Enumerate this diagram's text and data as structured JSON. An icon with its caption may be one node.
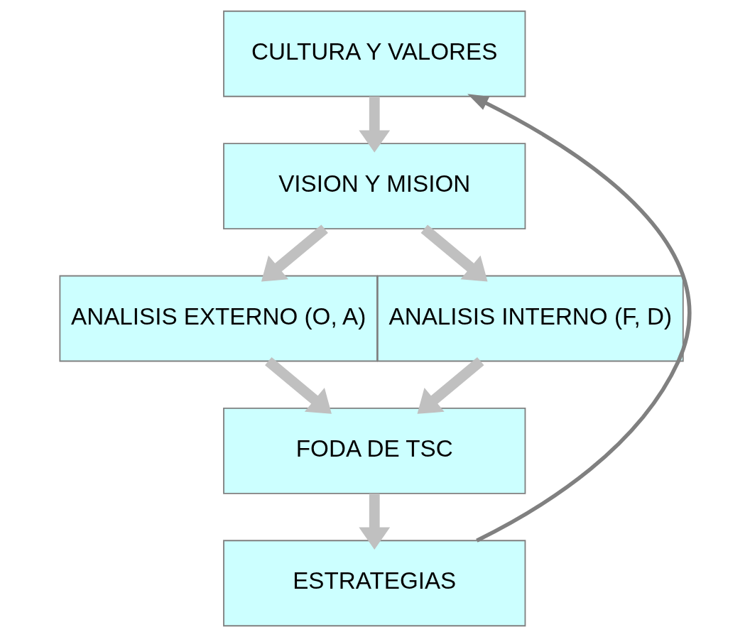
{
  "diagram": {
    "nodes": [
      {
        "text": [
          "CULTURA Y VALORES"
        ]
      },
      {
        "text": [
          "VISION Y MISION"
        ]
      },
      {
        "text": [
          "ANALISIS EXTERNO (O, A)"
        ]
      },
      {
        "text": [
          "ANALISIS INTERNO (F, D)"
        ]
      },
      {
        "text": [
          "FODA DE TSC"
        ]
      },
      {
        "text": [
          "ESTRATEGIAS"
        ]
      }
    ],
    "edges": [
      {
        "from": 0,
        "to": 1,
        "arrow": "to"
      },
      {
        "from": 1,
        "to": 2,
        "arrow": "to"
      },
      {
        "from": 1,
        "to": 3,
        "arrow": "to"
      },
      {
        "from": 2,
        "to": 4,
        "arrow": "to"
      },
      {
        "from": 3,
        "to": 4,
        "arrow": "to"
      },
      {
        "from": 4,
        "to": 5,
        "arrow": "to"
      },
      {
        "from": 5,
        "to": 0,
        "arrow": "to",
        "color": "#808080"
      }
    ]
  }
}
